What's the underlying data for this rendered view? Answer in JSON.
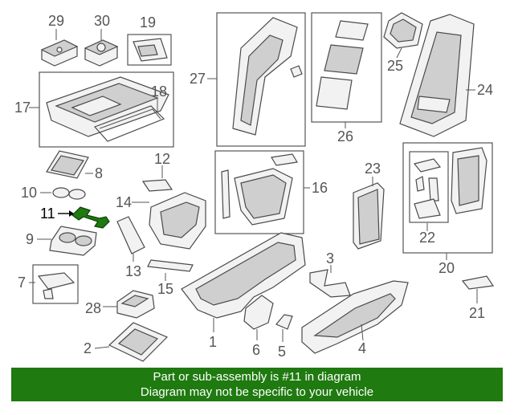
{
  "diagram": {
    "highlighted_part": "11",
    "callouts": [
      "1",
      "2",
      "3",
      "4",
      "5",
      "6",
      "7",
      "8",
      "9",
      "10",
      "11",
      "12",
      "13",
      "14",
      "15",
      "16",
      "17",
      "18",
      "19",
      "20",
      "21",
      "22",
      "23",
      "24",
      "25",
      "26",
      "27",
      "28",
      "29",
      "30"
    ]
  },
  "footer": {
    "line1": "Part or sub-assembly is #11 in diagram",
    "line2": "Diagram may not be specific to your vehicle"
  },
  "colors": {
    "banner": "#1f7a10",
    "banner_text": "#ffffff",
    "highlight": "#1f7a10"
  }
}
